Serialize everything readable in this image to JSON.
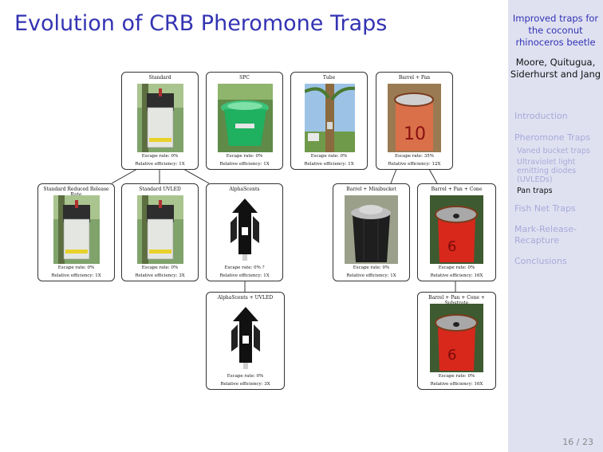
{
  "slide": {
    "title": "Evolution of CRB Pheromone Traps",
    "page": "16 / 23"
  },
  "sidebar": {
    "talk_title": "Improved traps for the coconut rhinoceros beetle",
    "authors": "Moore, Quitugua, Siderhurst and Jang",
    "sections": {
      "introduction": "Introduction",
      "pheromone_traps": "Pheromone Traps",
      "vaned_bucket": "Vaned bucket traps",
      "uvled": "Ultraviolet light emitting diodes (UVLEDs)",
      "pan_traps": "Pan traps",
      "fish_net": "Fish Net Traps",
      "mark_release": "Mark-Release-Recapture",
      "conclusions": "Conclusions"
    }
  },
  "traps": {
    "standard": {
      "name": "Standard",
      "escape": "Escape rate: 0%",
      "efficiency": "Relative efficiency: 1X",
      "photo": "white-bucket-photo"
    },
    "spc": {
      "name": "SPC",
      "escape": "Escape rate: 0%",
      "efficiency": "Relative efficiency: 1X",
      "photo": "green-bucket-photo"
    },
    "tube": {
      "name": "Tube",
      "escape": "Escape rate: 0%",
      "efficiency": "Relative efficiency: 1X",
      "photo": "palm-tube-photo"
    },
    "barrel_pan": {
      "name": "Barrel + Pan",
      "escape": "Escape rate: 35%",
      "efficiency": "Relative efficiency: 12X",
      "photo": "orange-barrel-photo"
    },
    "standard_reduced": {
      "name": "Standard Reduced Release Rate",
      "escape": "Escape rate: 0%",
      "efficiency": "Relative efficiency: 1X",
      "photo": "white-bucket-photo"
    },
    "standard_uvled": {
      "name": "Standard UVLED",
      "escape": "Escape rate: 0%",
      "efficiency": "Relative efficiency: 3X",
      "photo": "white-bucket-photo"
    },
    "alphascents": {
      "name": "AlphaScents",
      "escape": "Escape rate: 0% ?",
      "efficiency": "Relative efficiency: 1X",
      "photo": "black-vane-trap-photo"
    },
    "barrel_minibucket": {
      "name": "Barrel + Minibucket",
      "escape": "Escape rate: 0%",
      "efficiency": "Relative efficiency: 1X",
      "photo": "black-minibucket-photo"
    },
    "barrel_pan_cone": {
      "name": "Barrel + Pan + Cone",
      "escape": "Escape rate: 0%",
      "efficiency": "Relative efficiency: 16X",
      "photo": "red-barrel-cone-photo"
    },
    "alphascents_uvled": {
      "name": "AlphaScents + UVLED",
      "escape": "Escape rate: 0%",
      "efficiency": "Relative efficiency: 3X",
      "photo": "black-vane-trap-photo"
    },
    "barrel_pan_cone_sub": {
      "name": "Barrel + Pan + Cone + Substrate",
      "escape": "Escape rate: 0%",
      "efficiency": "Relative efficiency: 16X",
      "photo": "red-barrel-cone-photo"
    }
  }
}
